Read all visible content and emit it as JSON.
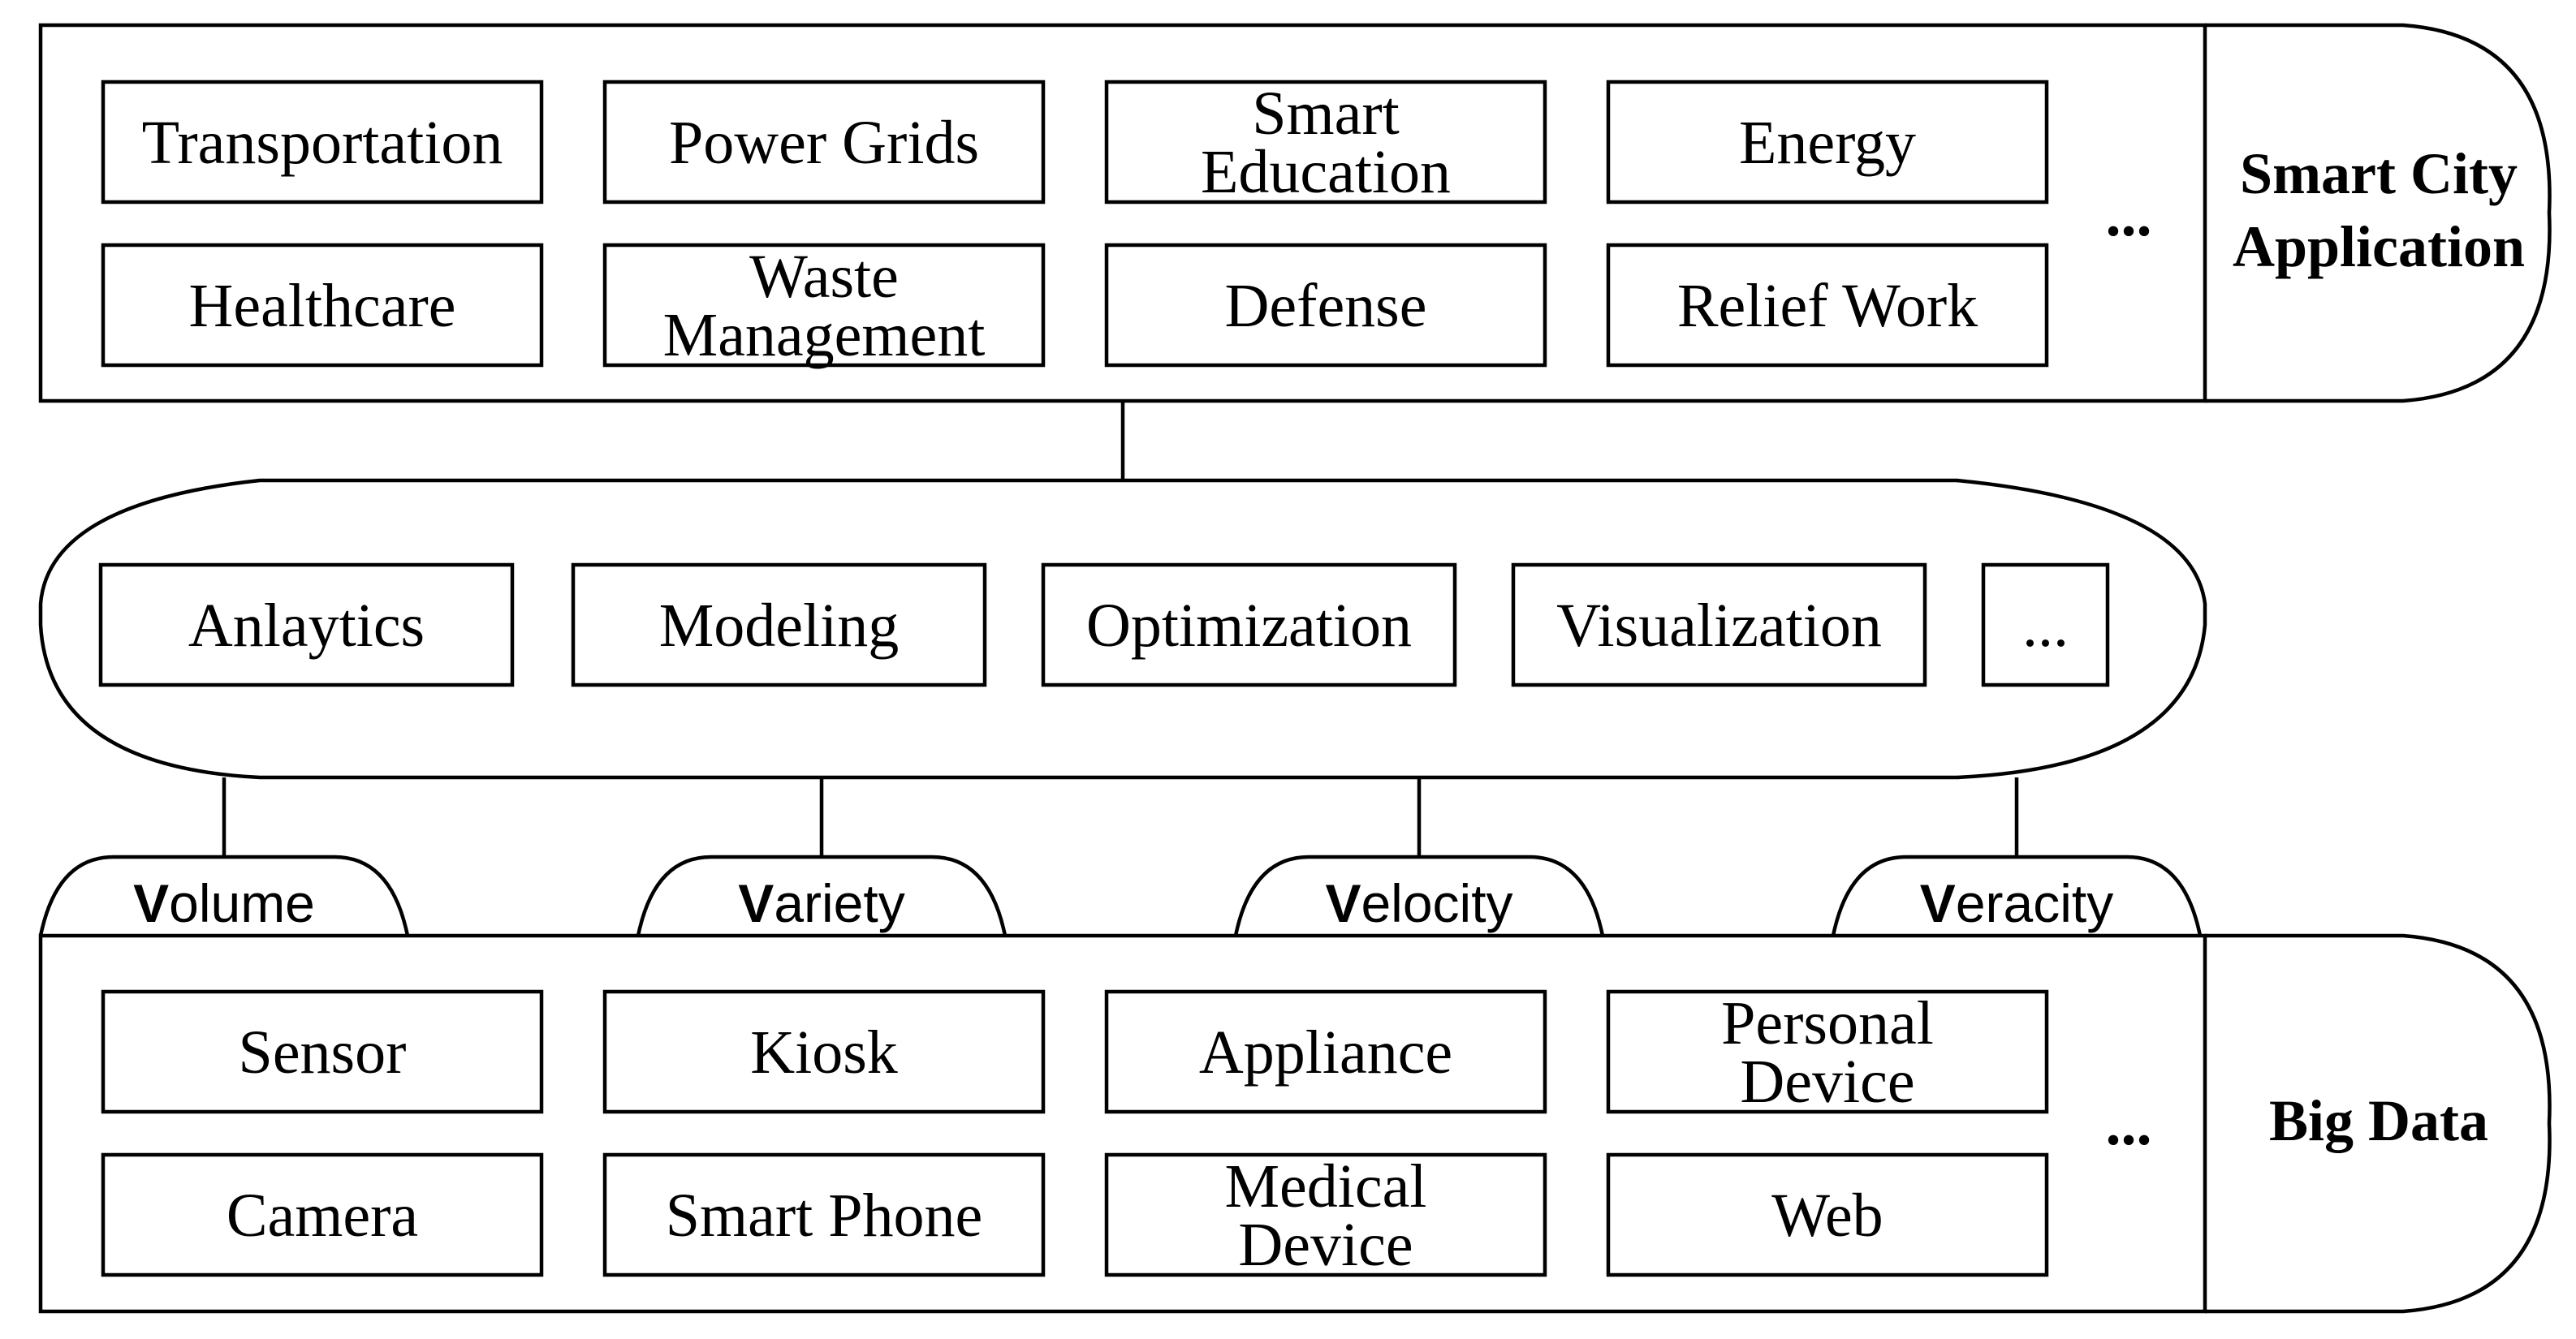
{
  "application_layer": {
    "label_lines": [
      "Smart City",
      "Application"
    ],
    "items": [
      {
        "lines": [
          "Transportation"
        ]
      },
      {
        "lines": [
          "Power Grids"
        ]
      },
      {
        "lines": [
          "Smart",
          "Education"
        ]
      },
      {
        "lines": [
          "Energy"
        ]
      },
      {
        "lines": [
          "Healthcare"
        ]
      },
      {
        "lines": [
          "Waste",
          "Management"
        ]
      },
      {
        "lines": [
          "Defense"
        ]
      },
      {
        "lines": [
          "Relief Work"
        ]
      }
    ],
    "more": "..."
  },
  "processing_layer": {
    "items": [
      "Anlaytics",
      "Modeling",
      "Optimization",
      "Visualization",
      "..."
    ]
  },
  "characteristics": [
    {
      "initial": "V",
      "rest": "olume"
    },
    {
      "initial": "V",
      "rest": "ariety"
    },
    {
      "initial": "V",
      "rest": "elocity"
    },
    {
      "initial": "V",
      "rest": "eracity"
    }
  ],
  "data_layer": {
    "label": "Big Data",
    "items": [
      {
        "lines": [
          "Sensor"
        ]
      },
      {
        "lines": [
          "Kiosk"
        ]
      },
      {
        "lines": [
          "Appliance"
        ]
      },
      {
        "lines": [
          "Personal",
          "Device"
        ]
      },
      {
        "lines": [
          "Camera"
        ]
      },
      {
        "lines": [
          "Smart Phone"
        ]
      },
      {
        "lines": [
          "Medical",
          "Device"
        ]
      },
      {
        "lines": [
          "Web"
        ]
      }
    ],
    "more": "..."
  }
}
